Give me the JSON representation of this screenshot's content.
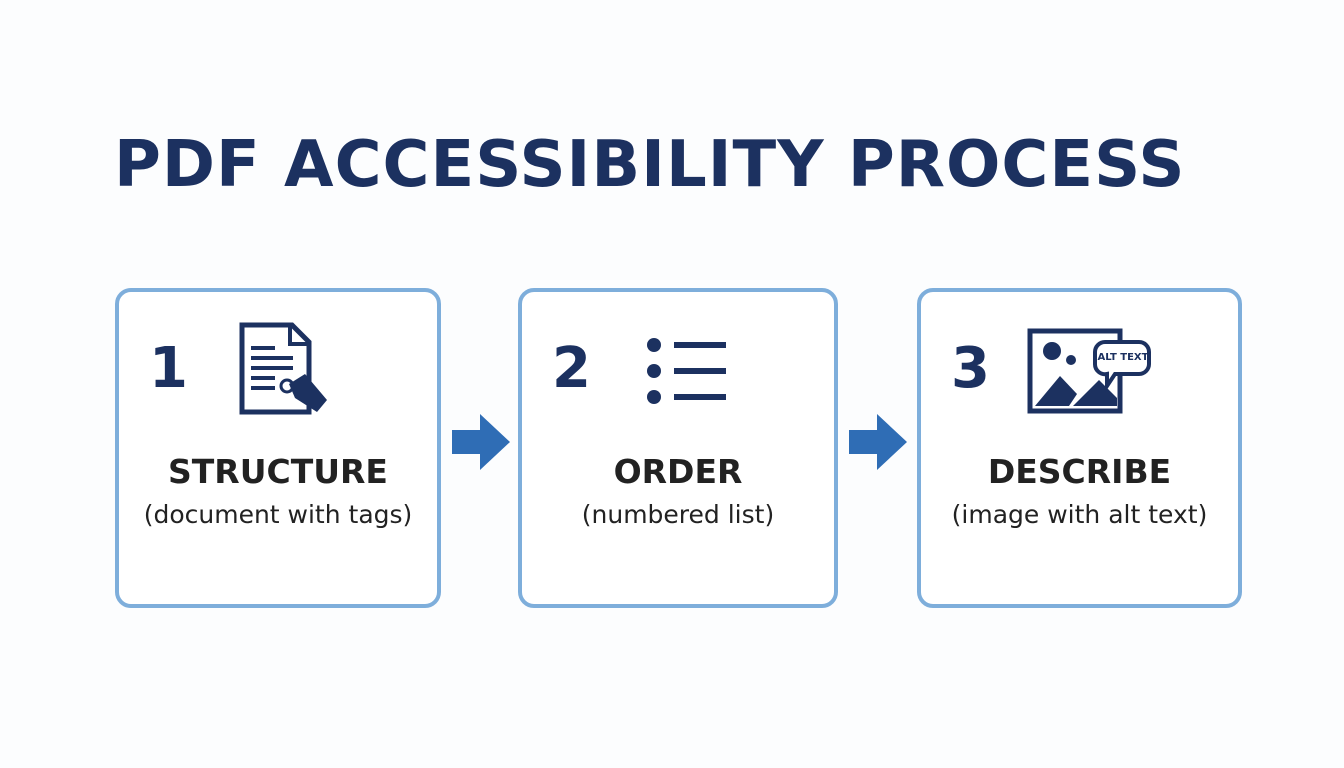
{
  "title": "PDF ACCESSIBILITY PROCESS",
  "steps": [
    {
      "number": "1",
      "label": "STRUCTURE",
      "description": "(document with tags)",
      "icon": "document-tag-icon"
    },
    {
      "number": "2",
      "label": "ORDER",
      "description": "(numbered list)",
      "icon": "list-icon"
    },
    {
      "number": "3",
      "label": "DESCRIBE",
      "description": "(image with alt text)",
      "icon": "image-alt-text-icon",
      "icon_text": "ALT TEXT"
    }
  ],
  "colors": {
    "title": "#1c3160",
    "border": "#7eaedb",
    "arrow": "#2f6db5"
  }
}
